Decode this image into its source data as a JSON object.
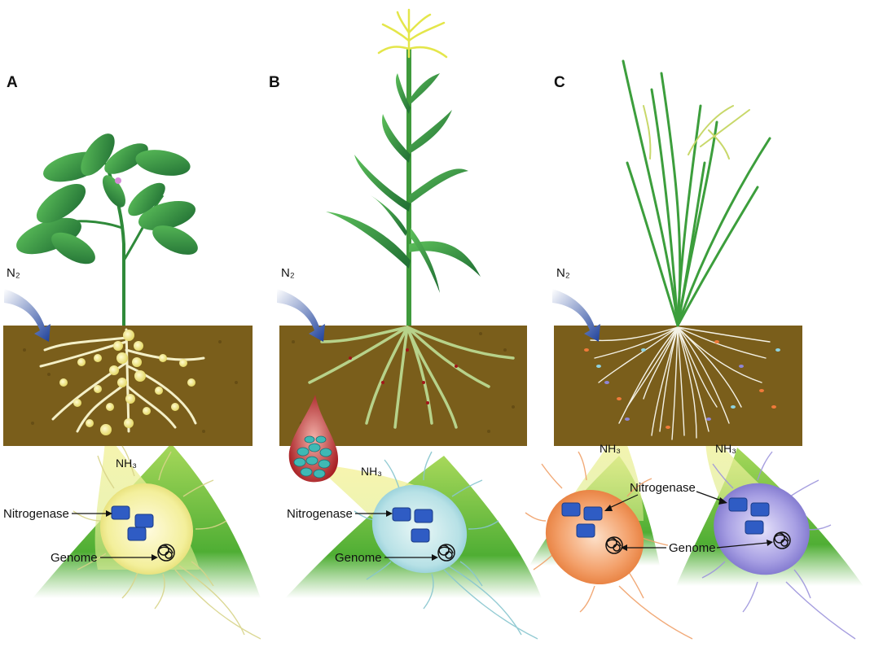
{
  "panels": [
    {
      "letter": "A",
      "gas": "N₂",
      "product": "NH₃",
      "enzyme": "Nitrogenase",
      "genome": "Genome"
    },
    {
      "letter": "B",
      "gas": "N₂",
      "product": "NH₃",
      "enzyme": "Nitrogenase",
      "genome": "Genome"
    },
    {
      "letter": "C",
      "gas": "N₂",
      "product": "NH₃",
      "product_right": "NH₃",
      "enzyme": "Nitrogenase",
      "genome": "Genome"
    }
  ],
  "colors": {
    "soil": "#7a5e1b",
    "leaf": "#2e8b3e",
    "nodule": "#f3e98a",
    "arrow_blue": "#1f4fa8",
    "bacterium_a": "#f4f0a8",
    "bacterium_b": "#bfe4ea",
    "bacterium_c_left": "#f08a4a",
    "bacterium_c_right": "#8f86d6",
    "nitrogenase": "#2f5cc4",
    "cone": "#eef3a8",
    "hill": "#6fbf3c"
  }
}
